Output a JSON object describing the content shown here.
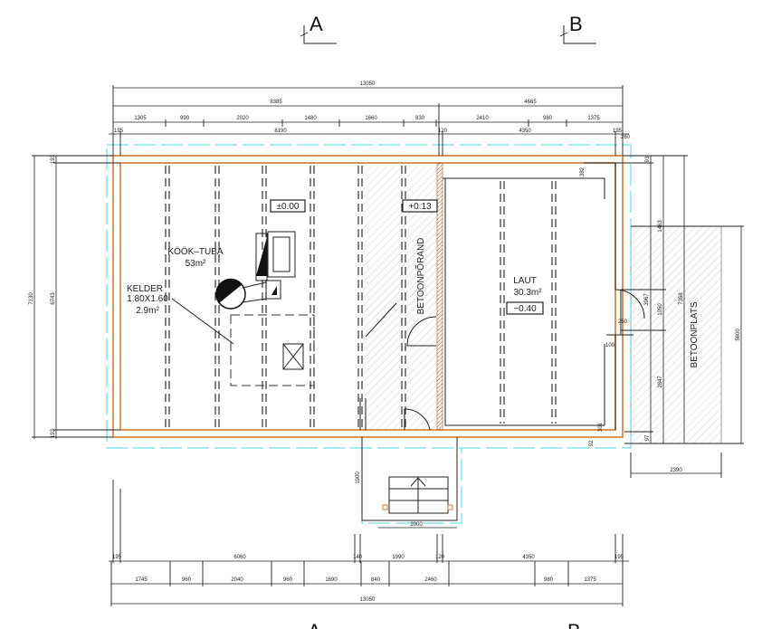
{
  "section_marks": {
    "top_a": "A",
    "top_b": "B",
    "bottom_a": "A",
    "bottom_b": "B"
  },
  "rooms": {
    "kitchen": {
      "name": "KÖÖK–TUBA",
      "area": "53m²"
    },
    "cellar": {
      "name": "KELDER",
      "size": "1.80X1.60",
      "area": "2.9m²"
    },
    "veranda": {
      "name": "BETOONPÕRAND"
    },
    "shed": {
      "name": "LAUT",
      "area": "30.3m²"
    },
    "slab": {
      "name": "BETOONPLATS"
    }
  },
  "levels": {
    "kitchen": "±0.00",
    "veranda": "+0.13",
    "shed": "−0.40"
  },
  "dimensions": {
    "top": [
      "13050",
      "8385",
      "4665",
      "1305",
      "990",
      "2020",
      "1480",
      "1660",
      "830",
      "2410",
      "980",
      "1375",
      "195",
      "8190",
      "120",
      "4350",
      "195",
      "260"
    ],
    "bottom": [
      "195",
      "6060",
      "140",
      "1990",
      "120",
      "4350",
      "195",
      "1745",
      "960",
      "2040",
      "960",
      "1690",
      "840",
      "2460",
      "980",
      "1375",
      "13050"
    ],
    "left": [
      "7130",
      "6743",
      "193",
      "193"
    ],
    "right": [
      "382",
      "93",
      "1463",
      "7358",
      "3967",
      "1050",
      "250",
      "100",
      "2847",
      "301",
      "97",
      "92",
      "5600",
      "2390"
    ],
    "porch": [
      "1900",
      "2000"
    ]
  },
  "colors": {
    "wall": "#d2782e",
    "outline": "#4dd6e6",
    "line": "#222222"
  }
}
